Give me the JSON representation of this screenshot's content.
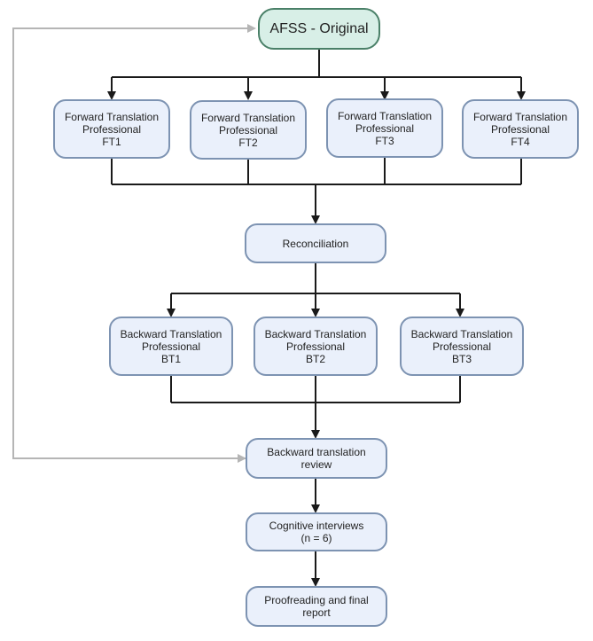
{
  "colors": {
    "node_fill": "#eaf0fb",
    "node_border": "#7d93b2",
    "root_fill": "#d8efe7",
    "root_border": "#4a8068",
    "edge": "#1a1a1a",
    "feedback_edge": "#b5b5b5"
  },
  "nodes": {
    "original": {
      "lines": [
        "AFSS - Original"
      ]
    },
    "ft1": {
      "lines": [
        "Forward Translation",
        "Professional",
        "FT1"
      ]
    },
    "ft2": {
      "lines": [
        "Forward Translation",
        "Professional",
        "FT2"
      ]
    },
    "ft3": {
      "lines": [
        "Forward Translation",
        "Professional",
        "FT3"
      ]
    },
    "ft4": {
      "lines": [
        "Forward Translation",
        "Professional",
        "FT4"
      ]
    },
    "reconciliation": {
      "lines": [
        "Reconciliation"
      ]
    },
    "bt1": {
      "lines": [
        "Backward Translation",
        "Professional",
        "BT1"
      ]
    },
    "bt2": {
      "lines": [
        "Backward Translation",
        "Professional",
        "BT2"
      ]
    },
    "bt3": {
      "lines": [
        "Backward Translation",
        "Professional",
        "BT3"
      ]
    },
    "bt_review": {
      "lines": [
        "Backward translation",
        "review"
      ]
    },
    "cognitive": {
      "lines": [
        "Cognitive interviews",
        "(n = 6)"
      ]
    },
    "proofreading": {
      "lines": [
        "Proofreading and final",
        "report"
      ]
    }
  }
}
